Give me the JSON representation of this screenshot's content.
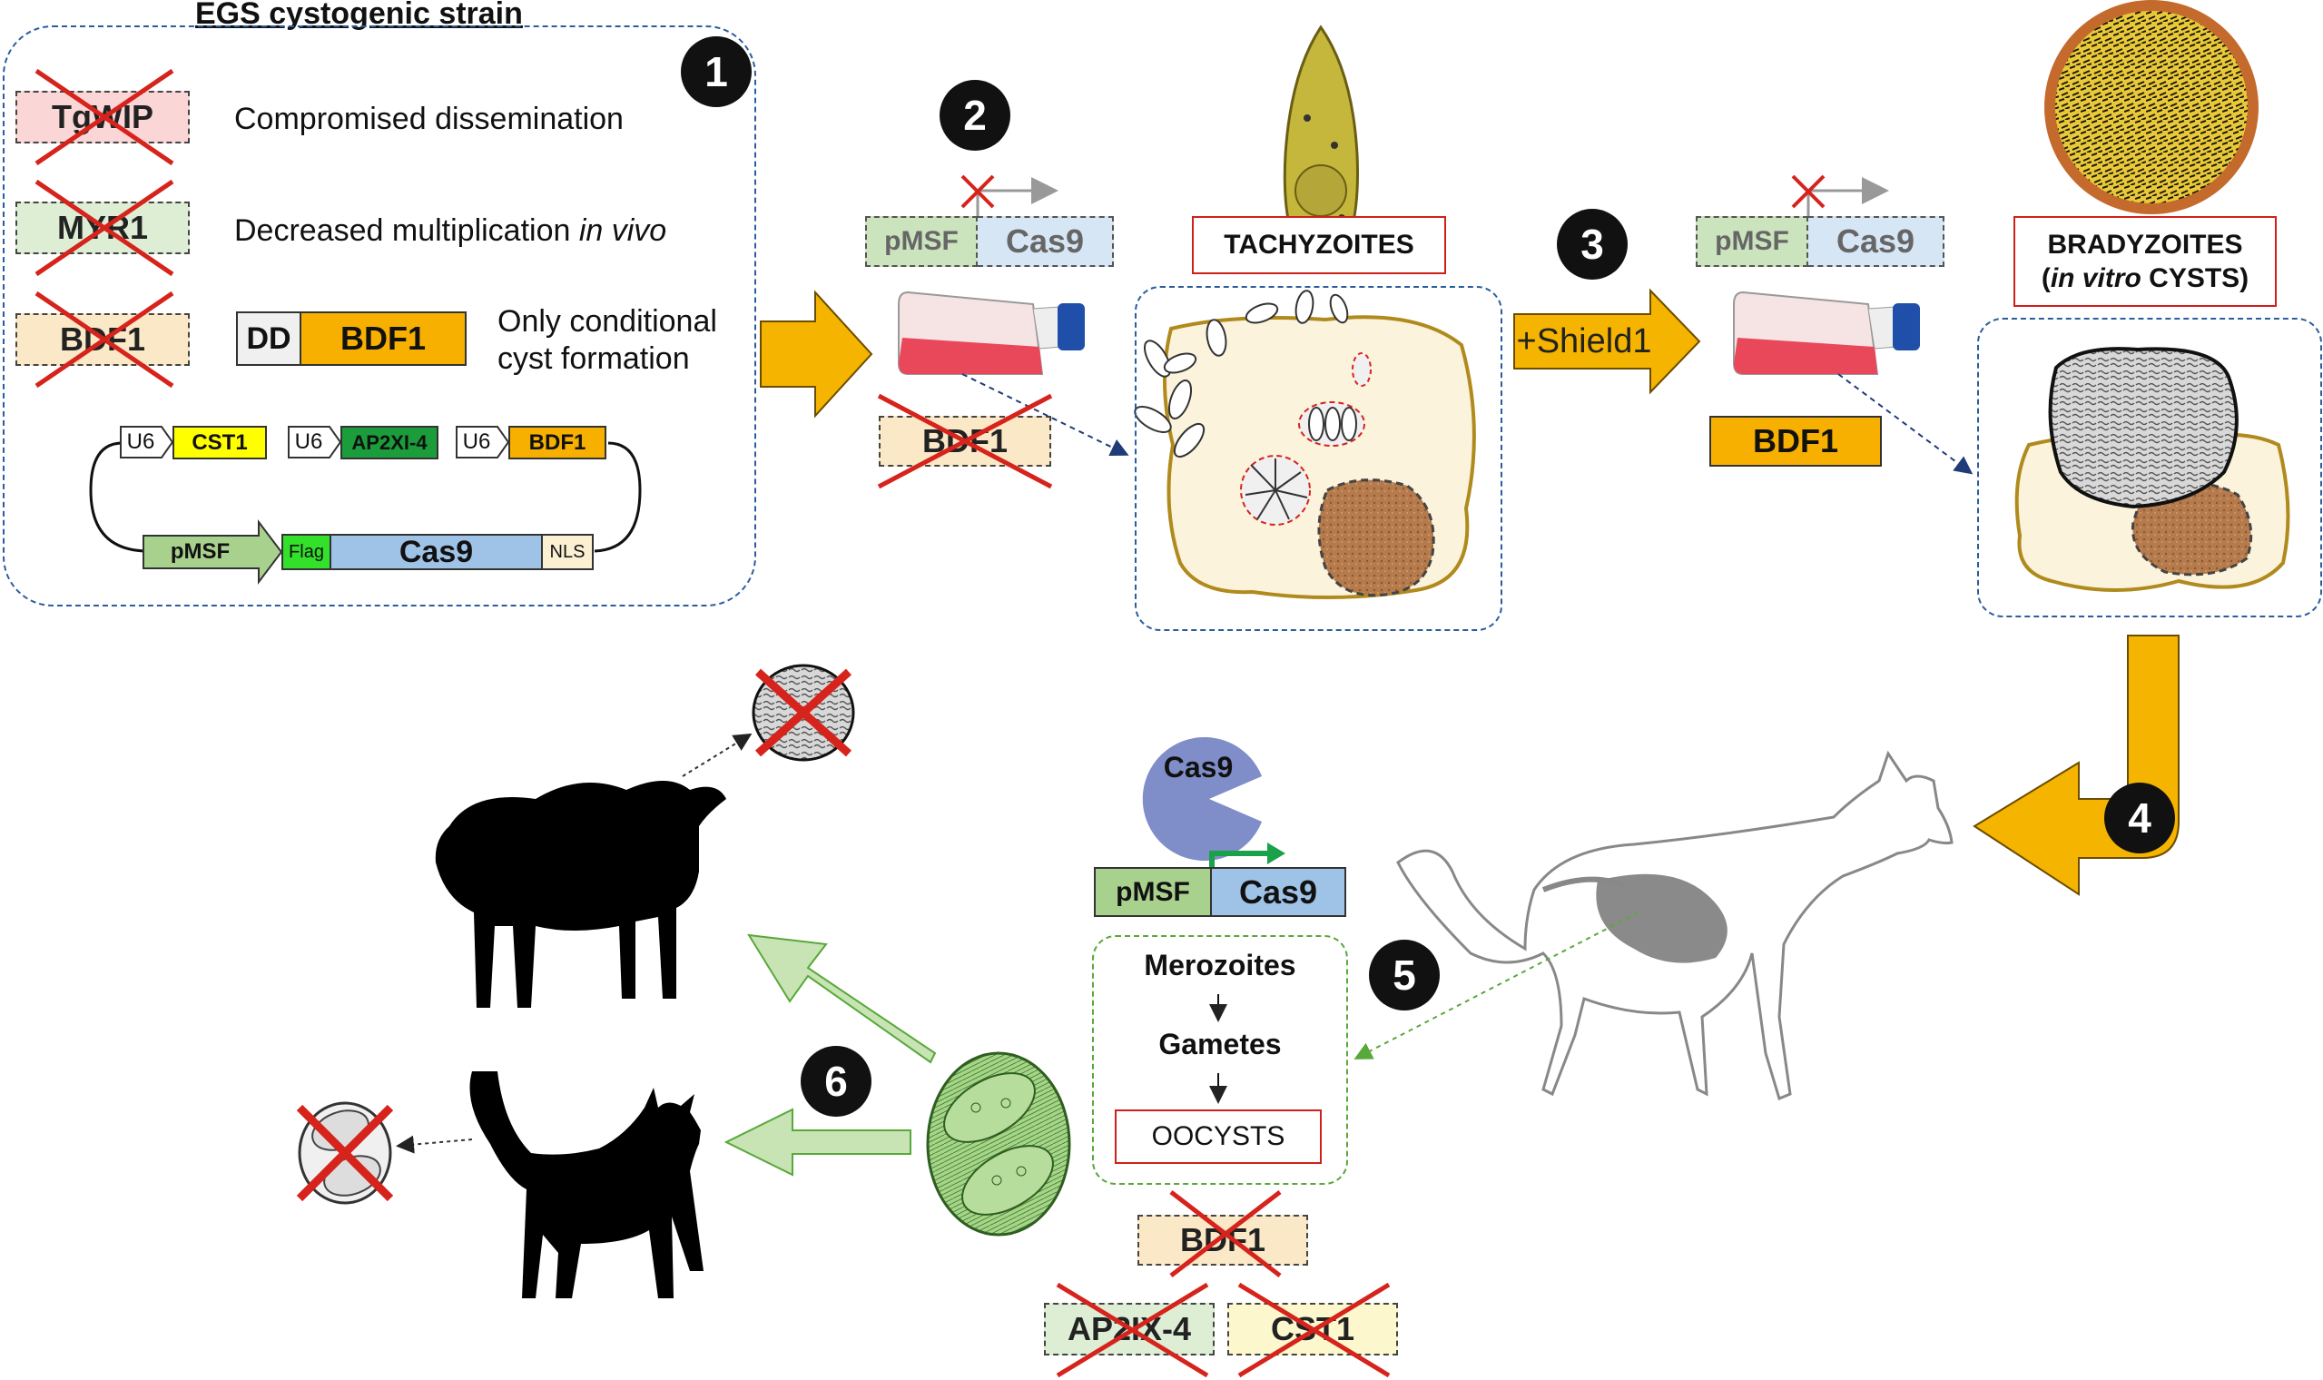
{
  "figure": {
    "title": "EGS cystogenic strain",
    "step_numbers": [
      "1",
      "2",
      "3",
      "4",
      "5",
      "6"
    ]
  },
  "panel1": {
    "rows": [
      {
        "gene": "TgWIP",
        "description": "Compromised dissemination",
        "color": "#fbd6d6"
      },
      {
        "gene": "MYR1",
        "description_plain": "Decreased multiplication ",
        "description_italic": "in vivo",
        "color": "#ddeed5"
      },
      {
        "gene": "BDF1",
        "color": "#fbe8c6"
      }
    ],
    "dd_label": "DD",
    "dd_gene": "BDF1",
    "conditional_text_line1": "Only conditional",
    "conditional_text_line2": "cyst formation",
    "plasmid": {
      "promoters": [
        "U6",
        "U6",
        "U6"
      ],
      "guides": [
        {
          "label": "CST1",
          "color": "#ffff00"
        },
        {
          "label": "AP2XI-4",
          "color": "#1a9d3a"
        },
        {
          "label": "BDF1",
          "color": "#f7b000"
        }
      ],
      "pmsf": "pMSF",
      "flag": "Flag",
      "cas9": "Cas9",
      "nls": "NLS"
    }
  },
  "panel2": {
    "pmsf": "pMSF",
    "cas9": "Cas9",
    "bdf1": "BDF1",
    "stage_label": "TACHYZOITES"
  },
  "panel3": {
    "shield": "+Shield1",
    "pmsf": "pMSF",
    "cas9": "Cas9",
    "bdf1": "BDF1",
    "stage_label_line1": "BRADYZOITES",
    "stage_label_italic": "in vitro",
    "stage_label_rest": " CYSTS)",
    "stage_label_open": "("
  },
  "panel5": {
    "cas9_protein": "Cas9",
    "pmsf": "pMSF",
    "cas9": "Cas9",
    "merozoites": "Merozoites",
    "gametes": "Gametes",
    "oocysts": "OOCYSTS",
    "knockouts": [
      "BDF1",
      "AP2IX-4",
      "CST1"
    ]
  },
  "colors": {
    "arrow_orange": "#f5b400",
    "arrow_green": "#c8e3b4",
    "cross_red": "#d6231c",
    "panel_blue": "#2a5d9e",
    "cas9_blue": "#9fc2e7",
    "pmsf_green": "#a9d18e",
    "cell_fill": "#fbf3dc",
    "cell_border": "#b08a1c",
    "cyst_brown": "#b07a4a"
  },
  "icons": [
    "sheep-silhouette",
    "cat-silhouette",
    "cat-outline",
    "flask-icon",
    "tachyzoite-icon",
    "cyst-icon",
    "oocyst-icon"
  ]
}
